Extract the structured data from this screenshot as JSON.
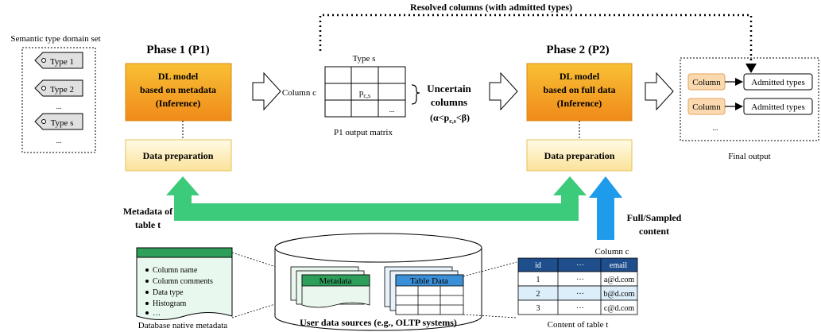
{
  "top_label": "Resolved columns (with admitted types)",
  "domain_set": {
    "title": "Semantic type domain set",
    "items": [
      "Type 1",
      "Type 2",
      "...",
      "Type s",
      "..."
    ]
  },
  "phase1": {
    "title": "Phase 1 (P1)",
    "model_lines": [
      "DL model",
      "based on metadata",
      "(Inference)"
    ],
    "prep": "Data preparation"
  },
  "matrix": {
    "type_label": "Type s",
    "column_label": "Column c",
    "cell_base": "p",
    "cell_sub": "c,s",
    "ellipsis": "...",
    "caption": "P1 output matrix"
  },
  "uncertain": {
    "lines": [
      "Uncertain",
      "columns"
    ],
    "cond_pre": "(α<",
    "cond_base": "p",
    "cond_sub": "c,s",
    "cond_post": "<β)"
  },
  "phase2": {
    "title": "Phase 2 (P2)",
    "model_lines": [
      "DL model",
      "based on full data",
      "(Inference)"
    ],
    "prep": "Data preparation"
  },
  "final_output": {
    "rows": [
      {
        "column": "Column",
        "types": "Admitted types"
      },
      {
        "column": "Column",
        "types": "Admitted types"
      }
    ],
    "ellipsis": "...",
    "caption": "Final output"
  },
  "metadata_arrow_label": [
    "Metadata of",
    "table t"
  ],
  "content_arrow_label": [
    "Full/Sampled",
    "content"
  ],
  "native_metadata": {
    "items": [
      "Column name",
      "Column comments",
      "Data type",
      "Histogram",
      "…"
    ],
    "caption": "Database native metadata"
  },
  "user_sources": {
    "metadata_label": "Metadata",
    "table_label": "Table Data",
    "caption": "User data sources (e.g., OLTP systems)"
  },
  "content_table": {
    "column_label": "Column c",
    "headers": [
      "id",
      "···",
      "email"
    ],
    "rows": [
      [
        "1",
        "···",
        "a@d.com"
      ],
      [
        "2",
        "···",
        "b@d.com"
      ],
      [
        "3",
        "···",
        "c@d.com"
      ]
    ],
    "caption": "Content of table t"
  },
  "colors": {
    "model_fill": "#F5A623",
    "prep_fill": "#FBEFB5",
    "prep_border": "#E4C15A",
    "green_arrow": "#3CCB7A",
    "blue_arrow": "#1E9BEA",
    "column_chip": "#FBD9B0",
    "table_header": "#1F4E8C",
    "row_highlight": "#DCEEFA",
    "metadata_bar": "#2E9E5B",
    "table_bar": "#3B8FD6"
  }
}
